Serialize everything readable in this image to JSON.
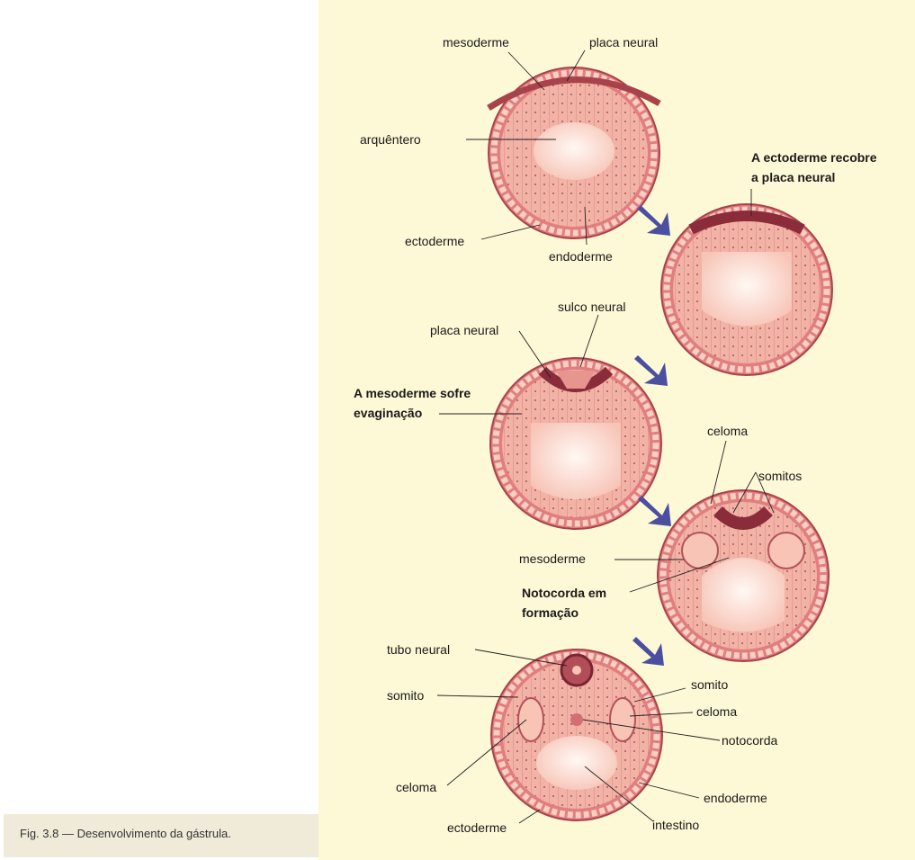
{
  "caption": "Fig. 3.8 — Desenvolvimento da gástrula.",
  "colors": {
    "panel": "#fdf8d6",
    "cell_outer": "#c9606a",
    "cell_ring": "#e99a92",
    "cavity": "#fff2ec",
    "neural": "#8a2c3a",
    "arrow": "#4a4fa0"
  },
  "icons": [
    "arrow-icon"
  ],
  "stage1": {
    "mesoderme": "mesoderme",
    "placa_neural": "placa neural",
    "arquentero": "arquêntero",
    "ectoderme": "ectoderme",
    "endoderme": "endoderme"
  },
  "stage2": {
    "title_line1": "A ectoderme recobre",
    "title_line2": "a placa neural"
  },
  "stage3": {
    "placa_neural": "placa neural",
    "sulco_neural": "sulco neural",
    "title_line1": "A mesoderme sofre",
    "title_line2": "evaginação"
  },
  "stage4": {
    "celoma": "celoma",
    "somitos": "somitos",
    "mesoderme": "mesoderme",
    "title_line1": "Notocorda em",
    "title_line2": "formação"
  },
  "stage5": {
    "tubo_neural": "tubo neural",
    "somito_left": "somito",
    "somito_right": "somito",
    "celoma_right": "celoma",
    "notocorda": "notocorda",
    "celoma_left": "celoma",
    "endoderme": "endoderme",
    "ectoderme": "ectoderme",
    "intestino": "intestino"
  }
}
